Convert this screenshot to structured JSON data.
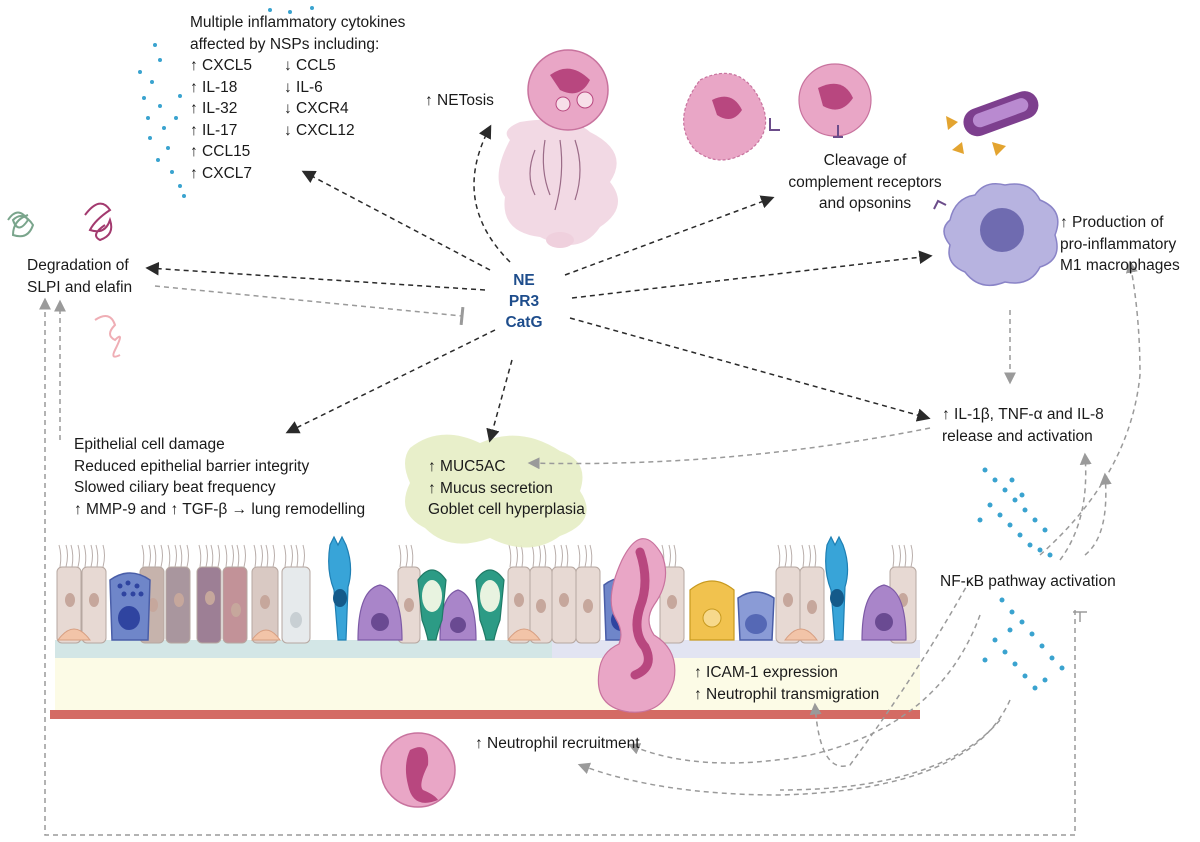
{
  "colors": {
    "enzyme_text": "#1e4d8c",
    "arrow_dark": "#2a2a2a",
    "arrow_grey": "#9a9a9a",
    "neutrophil": "#e9a6c6",
    "neutrophil_nucleus": "#b8477f",
    "macrophage": "#b7b3e0",
    "basement_membrane": "#d46b64",
    "cytokine_dots": "#3aa3cf"
  },
  "enzymes": [
    "NE",
    "PR3",
    "CatG"
  ],
  "cytokines": {
    "heading_line1": "Multiple inflammatory cytokines",
    "heading_line2": "affected by NSPs including:",
    "increased": [
      "↑ CXCL5",
      "↑ IL-18",
      "↑ IL-32",
      "↑ IL-17",
      "↑ CCL15",
      "↑ CXCL7"
    ],
    "decreased": [
      "↓ CCL5",
      "↓ IL-6",
      "↓ CXCR4",
      "↓ CXCL12"
    ]
  },
  "netosis": "↑ NETosis",
  "complement": [
    "Cleavage of",
    "complement receptors",
    "and opsonins"
  ],
  "macrophages": [
    "↑ Production of",
    "pro-inflammatory",
    "M1 macrophages"
  ],
  "slpi": [
    "Degradation of",
    "SLPI and elafin"
  ],
  "il1b": [
    "↑ IL-1β, TNF-α and IL-8",
    "release and activation"
  ],
  "epithelial": [
    "Epithelial cell damage",
    "Reduced epithelial barrier integrity",
    "Slowed ciliary beat frequency",
    "↑ MMP-9 and ↑ TGF-β → lung remodelling"
  ],
  "mucus": [
    "↑ MUC5AC",
    "↑ Mucus secretion",
    "Goblet cell hyperplasia"
  ],
  "nfkb": "NF-κB pathway activation",
  "icam": [
    "↑ ICAM-1 expression",
    "↑ Neutrophil transmigration"
  ],
  "recruitment": "↑ Neutrophil recruitment"
}
